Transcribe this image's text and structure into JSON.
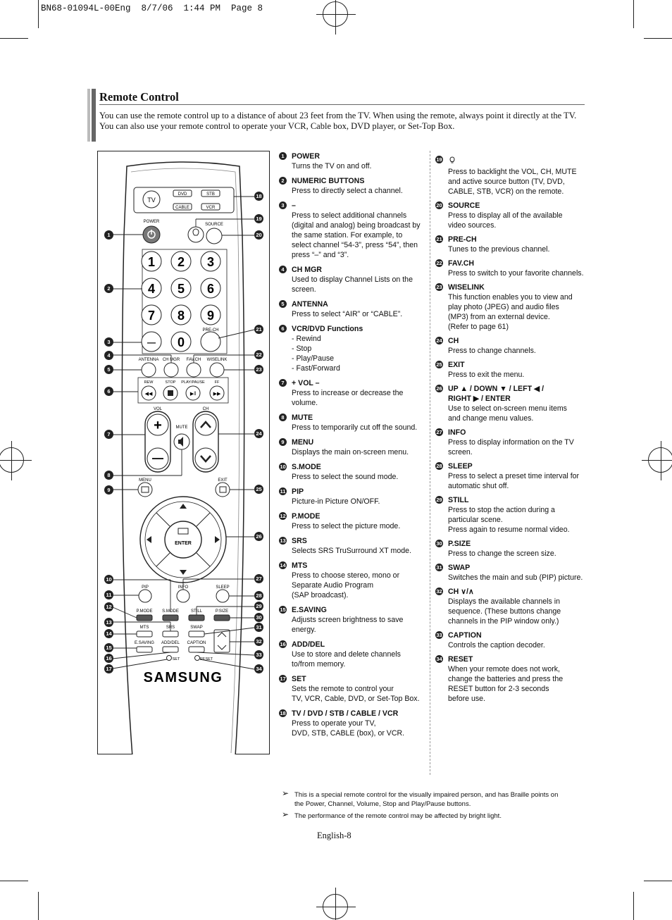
{
  "page_header": "BN68-01094L-00Eng  8/7/06  1:44 PM  Page 8",
  "section": {
    "title": "Remote Control",
    "intro_line1": "You can use the remote control up to a distance of about 23 feet from the TV. When using the remote, always point it directly at the TV.",
    "intro_line2": "You can also use your remote control to operate your VCR, Cable box, DVD player, or Set-Top Box."
  },
  "remote": {
    "source_labels": [
      "TV",
      "DVD",
      "STB",
      "CABLE",
      "VCR"
    ],
    "power_label": "POWER",
    "source_label": "SOURCE",
    "digits": [
      "1",
      "2",
      "3",
      "4",
      "5",
      "6",
      "7",
      "8",
      "9",
      "0"
    ],
    "dash": "—",
    "prech_label": "PRE-CH",
    "row_labels": [
      "ANTENNA",
      "CH MGR",
      "FAV.CH",
      "WISELINK"
    ],
    "transport_labels": [
      "REW",
      "STOP",
      "PLAY/PAUSE",
      "FF"
    ],
    "vol_label": "VOL",
    "ch_label": "CH",
    "mute_label": "MUTE",
    "menu_label": "MENU",
    "exit_label": "EXIT",
    "enter_label": "ENTER",
    "row2_labels": [
      "PIP",
      "INFO",
      "SLEEP"
    ],
    "row3_labels": [
      "P.MODE",
      "S.MODE",
      "STILL",
      "P.SIZE"
    ],
    "row4_labels": [
      "MTS",
      "SRS",
      "SWAP"
    ],
    "row5_labels": [
      "E.SAVING",
      "ADD/DEL",
      "CAPTION",
      "CH"
    ],
    "set_label": "SET",
    "reset_label": "RESET",
    "brand": "SAMSUNG",
    "callouts_left": [
      "1",
      "2",
      "3",
      "4",
      "5",
      "6",
      "7",
      "8",
      "9",
      "10",
      "11",
      "12",
      "13",
      "14",
      "15",
      "16",
      "17"
    ],
    "callouts_right": [
      "18",
      "19",
      "20",
      "21",
      "22",
      "23",
      "24",
      "25",
      "26",
      "27",
      "28",
      "29",
      "30",
      "31",
      "32",
      "33",
      "34"
    ]
  },
  "items_left": [
    {
      "n": "1",
      "label": "POWER",
      "desc": "Turns the TV on and off."
    },
    {
      "n": "2",
      "label": "NUMERIC BUTTONS",
      "desc": "Press to directly select a channel."
    },
    {
      "n": "3",
      "label": "–",
      "desc": "Press to select additional channels\n(digital and analog) being broadcast by\nthe same station. For example, to\nselect channel “54-3”, press “54”, then\npress “–” and “3”."
    },
    {
      "n": "4",
      "label": "CH MGR",
      "desc": "Used to display Channel Lists on the\nscreen."
    },
    {
      "n": "5",
      "label": "ANTENNA",
      "desc": "Press to select “AIR” or “CABLE”."
    },
    {
      "n": "6",
      "label": "VCR/DVD Functions",
      "desc": "- Rewind\n- Stop\n- Play/Pause\n- Fast/Forward"
    },
    {
      "n": "7",
      "label": "+ VOL –",
      "desc": "Press to increase or decrease the\nvolume."
    },
    {
      "n": "8",
      "label": "MUTE",
      "desc": "Press to temporarily cut off the sound."
    },
    {
      "n": "9",
      "label": "MENU",
      "desc": "Displays the main on-screen menu."
    },
    {
      "n": "10",
      "label": "S.MODE",
      "desc": "Press to select the sound mode."
    },
    {
      "n": "11",
      "label": "PIP",
      "desc": "Picture-in Picture ON/OFF."
    },
    {
      "n": "12",
      "label": "P.MODE",
      "desc": "Press to select the picture mode."
    },
    {
      "n": "13",
      "label": "SRS",
      "desc": "Selects SRS TruSurround XT mode."
    },
    {
      "n": "14",
      "label": "MTS",
      "desc": "Press to choose stereo, mono or\nSeparate Audio Program\n(SAP broadcast)."
    },
    {
      "n": "15",
      "label": "E.SAVING",
      "desc": "Adjusts screen brightness to save energy."
    },
    {
      "n": "16",
      "label": "ADD/DEL",
      "desc": "Use to store and delete channels\nto/from memory."
    },
    {
      "n": "17",
      "label": "SET",
      "desc": "Sets the remote to control your\nTV, VCR, Cable, DVD, or Set-Top Box."
    },
    {
      "n": "18",
      "label": "TV / DVD / STB / CABLE / VCR",
      "desc": "Press to operate your TV,\nDVD, STB, CABLE (box), or VCR."
    }
  ],
  "items_right": [
    {
      "n": "19",
      "label": "",
      "desc": "Press to backlight the VOL, CH, MUTE\nand active source button (TV, DVD,\nCABLE, STB, VCR) on the remote."
    },
    {
      "n": "20",
      "label": "SOURCE",
      "desc": "Press to display all of the available\nvideo sources."
    },
    {
      "n": "21",
      "label": "PRE-CH",
      "desc": "Tunes to the previous channel."
    },
    {
      "n": "22",
      "label": "FAV.CH",
      "desc": "Press to switch to your favorite channels."
    },
    {
      "n": "23",
      "label": "WISELINK",
      "desc": "This function enables you to view and\nplay photo (JPEG) and audio files\n(MP3) from an external device.\n(Refer to page 61)"
    },
    {
      "n": "24",
      "label": "CH",
      "desc": "Press to change channels."
    },
    {
      "n": "25",
      "label": "EXIT",
      "desc": "Press to exit the menu."
    },
    {
      "n": "26",
      "label": "UP ▲ / DOWN ▼ / LEFT ◀ /\nRIGHT ▶ / ENTER",
      "desc": "Use to select on-screen menu items\nand change menu values."
    },
    {
      "n": "27",
      "label": "INFO",
      "desc": "Press to display information on the TV\nscreen."
    },
    {
      "n": "28",
      "label": "SLEEP",
      "desc": "Press to select a preset time interval for\nautomatic shut off."
    },
    {
      "n": "29",
      "label": "STILL",
      "desc": "Press to stop the action during a\nparticular scene.\nPress again to resume normal video."
    },
    {
      "n": "30",
      "label": "P.SIZE",
      "desc": "Press to change the screen size."
    },
    {
      "n": "31",
      "label": "SWAP",
      "desc": "Switches the main and sub (PIP) picture."
    },
    {
      "n": "32",
      "label": "CH ∨/∧",
      "desc": "Displays the available channels in\nsequence. (These buttons change\nchannels in the PIP window only.)"
    },
    {
      "n": "33",
      "label": "CAPTION",
      "desc": "Controls the caption decoder."
    },
    {
      "n": "34",
      "label": "RESET",
      "desc": "When your remote does not work,\nchange the batteries and press the\nRESET button for 2-3 seconds\nbefore use."
    }
  ],
  "notes": [
    "This is a special remote control for the visually impaired person, and has Braille points on\nthe Power, Channel, Volume, Stop and Play/Pause buttons.",
    "The performance of the remote control may be affected by bright light."
  ],
  "note_marker": "➢",
  "footer": "English-8"
}
